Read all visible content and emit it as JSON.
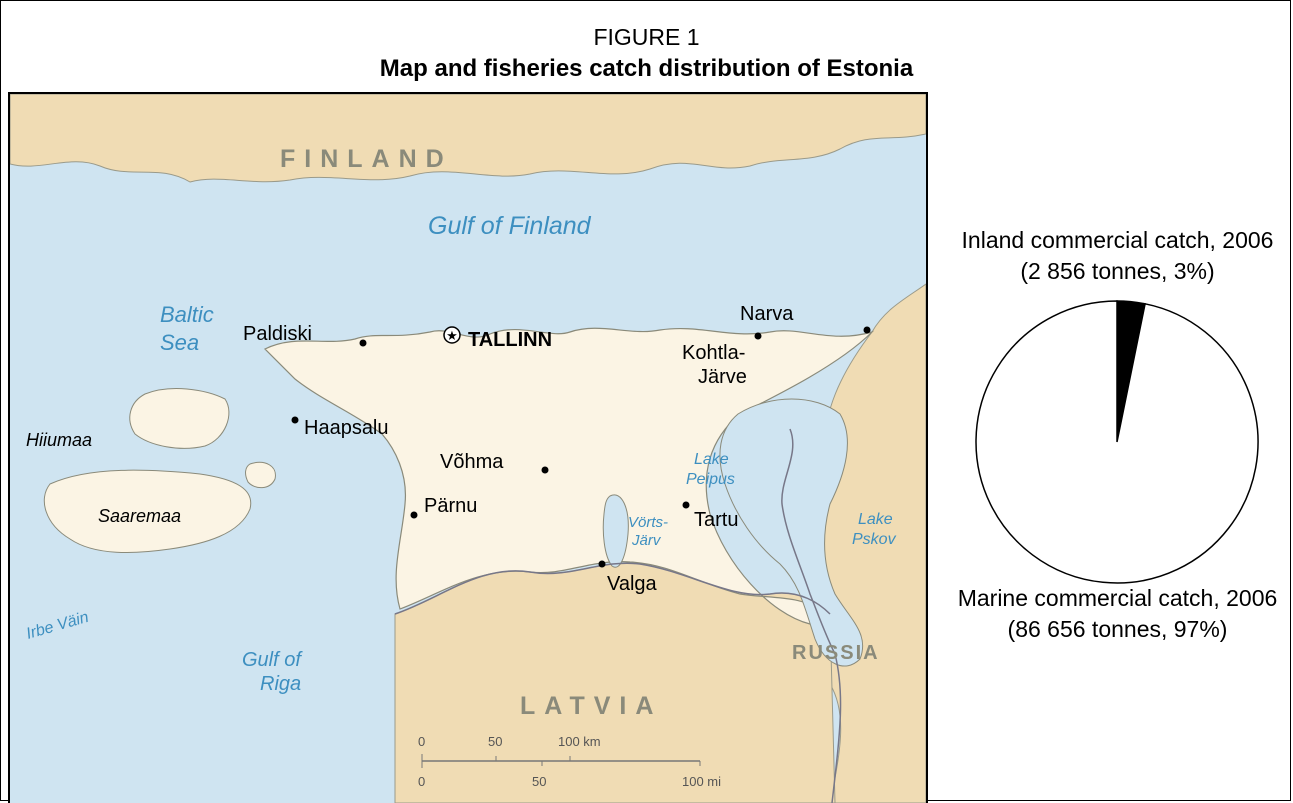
{
  "figure": {
    "label": "FIGURE 1",
    "title": "Map and fisheries catch distribution of Estonia"
  },
  "map": {
    "colors": {
      "sea": "#cfe4f1",
      "land": "#fbf4e4",
      "neighbor": "#f0dcb4",
      "water_text": "#3d8fc0"
    },
    "countries": [
      "FINLAND",
      "LATVIA",
      "RUSSIA"
    ],
    "water_labels": {
      "gulf_of_finland": "Gulf of Finland",
      "baltic_sea_1": "Baltic",
      "baltic_sea_2": "Sea",
      "gulf_of_riga_1": "Gulf of",
      "gulf_of_riga_2": "Riga",
      "irbe_vain": "Irbe Väin",
      "lake_peipus_1": "Lake",
      "lake_peipus_2": "Peipus",
      "lake_pskov_1": "Lake",
      "lake_pskov_2": "Pskov",
      "vorts_jarv_1": "Vörts-",
      "vorts_jarv_2": "Järv"
    },
    "islands": [
      "Hiiumaa",
      "Saaremaa"
    ],
    "capital": "TALLINN",
    "cities": {
      "paldiski": "Paldiski",
      "haapsalu": "Haapsalu",
      "narva": "Narva",
      "kohtla_1": "Kohtla-",
      "kohtla_2": "Järve",
      "vohma": "Võhma",
      "parnu": "Pärnu",
      "tartu": "Tartu",
      "valga": "Valga"
    },
    "scale": {
      "km_labels": [
        "0",
        "50",
        "100 km"
      ],
      "mi_labels": [
        "0",
        "50",
        "100 mi"
      ]
    }
  },
  "chart_data": {
    "type": "pie",
    "slices": [
      {
        "label": "Inland commercial catch, 2006",
        "detail": "(2 856 tonnes, 3%)",
        "value": 2856,
        "percent": 3,
        "color": "#000000"
      },
      {
        "label": "Marine commercial catch, 2006",
        "detail": "(86 656 tonnes, 97%)",
        "value": 86656,
        "percent": 97,
        "color": "#ffffff"
      }
    ]
  }
}
